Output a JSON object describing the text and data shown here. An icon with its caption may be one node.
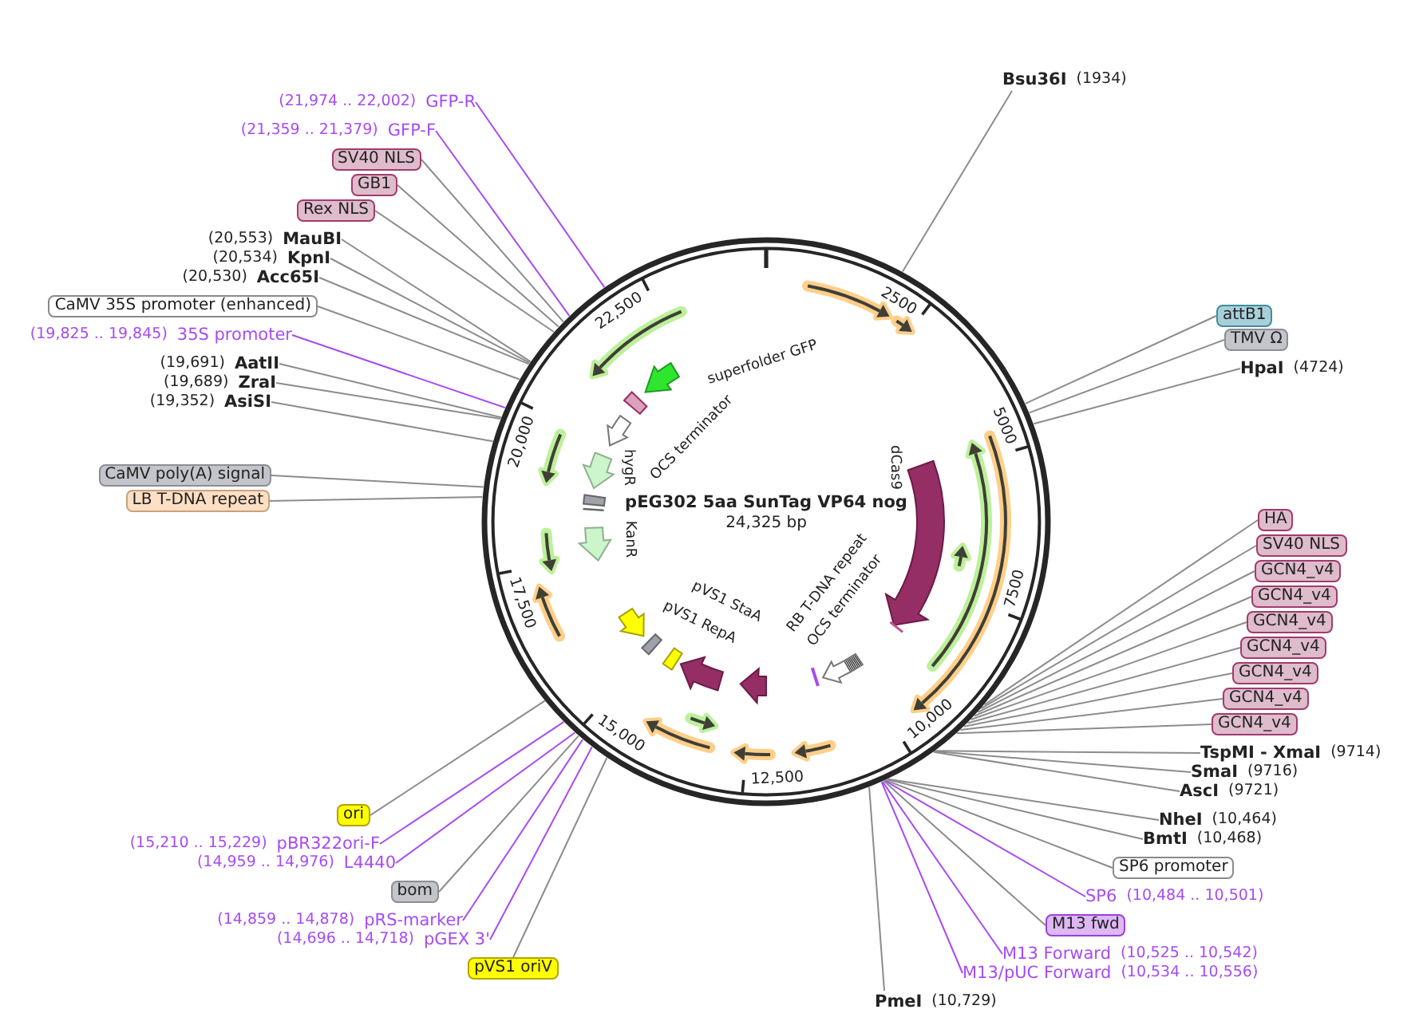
{
  "diagram": {
    "nodes": [
      {
        "text": [
          "pEG302 5aa SunTag VP64 nog",
          "24,325 bp"
        ]
      },
      {
        "text": [
          "GFP-R"
        ],
        "beside": [
          "(21,974 .. 22,002)"
        ]
      },
      {
        "text": [
          "GFP-F"
        ],
        "beside": [
          "(21,359 .. 21,379)"
        ]
      },
      {
        "text": [
          "SV40 NLS"
        ]
      },
      {
        "text": [
          "GB1"
        ]
      },
      {
        "text": [
          "Rex NLS"
        ]
      },
      {
        "text": [
          "MauBI"
        ],
        "beside": [
          "(20,553)"
        ]
      },
      {
        "text": [
          "KpnI"
        ],
        "beside": [
          "(20,534)"
        ]
      },
      {
        "text": [
          "Acc65I"
        ],
        "beside": [
          "(20,530)"
        ]
      },
      {
        "text": [
          "CaMV 35S promoter (enhanced)"
        ]
      },
      {
        "text": [
          "35S promoter"
        ],
        "beside": [
          "(19,825 .. 19,845)"
        ]
      },
      {
        "text": [
          "AatII"
        ],
        "beside": [
          "(19,691)"
        ]
      },
      {
        "text": [
          "ZraI"
        ],
        "beside": [
          "(19,689)"
        ]
      },
      {
        "text": [
          "AsiSI"
        ],
        "beside": [
          "(19,352)"
        ]
      },
      {
        "text": [
          "CaMV poly(A) signal"
        ]
      },
      {
        "text": [
          "LB T-DNA repeat"
        ]
      },
      {
        "text": [
          "ori"
        ]
      },
      {
        "text": [
          "pBR322ori-F"
        ],
        "beside": [
          "(15,210 .. 15,229)"
        ]
      },
      {
        "text": [
          "L4440"
        ],
        "beside": [
          "(14,959 .. 14,976)"
        ]
      },
      {
        "text": [
          "bom"
        ]
      },
      {
        "text": [
          "pRS-marker"
        ],
        "beside": [
          "(14,859 .. 14,878)"
        ]
      },
      {
        "text": [
          "pGEX 3'"
        ],
        "beside": [
          "(14,696 .. 14,718)"
        ]
      },
      {
        "text": [
          "pVS1 oriV"
        ]
      },
      {
        "text": [
          "Bsu36I"
        ],
        "beside": [
          "(1934)"
        ]
      },
      {
        "text": [
          "attB1"
        ]
      },
      {
        "text": [
          "TMV Ω"
        ]
      },
      {
        "text": [
          "HpaI"
        ],
        "beside": [
          "(4724)"
        ]
      },
      {
        "text": [
          "HA"
        ]
      },
      {
        "text": [
          "SV40 NLS"
        ]
      },
      {
        "text": [
          "GCN4_v4"
        ]
      },
      {
        "text": [
          "GCN4_v4"
        ]
      },
      {
        "text": [
          "GCN4_v4"
        ]
      },
      {
        "text": [
          "GCN4_v4"
        ]
      },
      {
        "text": [
          "GCN4_v4"
        ]
      },
      {
        "text": [
          "GCN4_v4"
        ]
      },
      {
        "text": [
          "GCN4_v4"
        ]
      },
      {
        "text": [
          "TspMI - XmaI"
        ],
        "beside": [
          "(9714)"
        ]
      },
      {
        "text": [
          "SmaI"
        ],
        "beside": [
          "(9716)"
        ]
      },
      {
        "text": [
          "AscI"
        ],
        "beside": [
          "(9721)"
        ]
      },
      {
        "text": [
          "NheI"
        ],
        "beside": [
          "(10,464)"
        ]
      },
      {
        "text": [
          "BmtI"
        ],
        "beside": [
          "(10,468)"
        ]
      },
      {
        "text": [
          "SP6 promoter"
        ]
      },
      {
        "text": [
          "SP6"
        ],
        "beside": [
          "(10,484 .. 10,501)"
        ]
      },
      {
        "text": [
          "M13 fwd"
        ]
      },
      {
        "text": [
          "M13 Forward"
        ],
        "beside": [
          "(10,525 .. 10,542)"
        ]
      },
      {
        "text": [
          "M13/pUC Forward"
        ],
        "beside": [
          "(10,534 .. 10,556)"
        ]
      },
      {
        "text": [
          "PmeI"
        ],
        "beside": [
          "(10,729)"
        ]
      }
    ],
    "edges": [
      {
        "from": 1,
        "to": 0,
        "arrow": "none",
        "color": "#a64bf4"
      },
      {
        "from": 2,
        "to": 0,
        "arrow": "none",
        "color": "#a64bf4"
      },
      {
        "from": 3,
        "to": 0,
        "arrow": "none"
      },
      {
        "from": 4,
        "to": 0,
        "arrow": "none"
      },
      {
        "from": 5,
        "to": 0,
        "arrow": "none"
      },
      {
        "from": 6,
        "to": 0,
        "arrow": "none"
      },
      {
        "from": 7,
        "to": 0,
        "arrow": "none"
      },
      {
        "from": 8,
        "to": 0,
        "arrow": "none"
      },
      {
        "from": 9,
        "to": 0,
        "arrow": "none"
      },
      {
        "from": 10,
        "to": 0,
        "arrow": "none",
        "color": "#a64bf4"
      },
      {
        "from": 11,
        "to": 0,
        "arrow": "none"
      },
      {
        "from": 12,
        "to": 0,
        "arrow": "none"
      },
      {
        "from": 13,
        "to": 0,
        "arrow": "none"
      },
      {
        "from": 14,
        "to": 0,
        "arrow": "none"
      },
      {
        "from": 15,
        "to": 0,
        "arrow": "none"
      },
      {
        "from": 16,
        "to": 0,
        "arrow": "none"
      },
      {
        "from": 17,
        "to": 0,
        "arrow": "none",
        "color": "#a64bf4"
      },
      {
        "from": 18,
        "to": 0,
        "arrow": "none",
        "color": "#a64bf4"
      },
      {
        "from": 19,
        "to": 0,
        "arrow": "none"
      },
      {
        "from": 20,
        "to": 0,
        "arrow": "none",
        "color": "#a64bf4"
      },
      {
        "from": 21,
        "to": 0,
        "arrow": "none",
        "color": "#a64bf4"
      },
      {
        "from": 22,
        "to": 0,
        "arrow": "none"
      },
      {
        "from": 23,
        "to": 0,
        "arrow": "none"
      },
      {
        "from": 24,
        "to": 0,
        "arrow": "none"
      },
      {
        "from": 25,
        "to": 0,
        "arrow": "none"
      },
      {
        "from": 26,
        "to": 0,
        "arrow": "none"
      },
      {
        "from": 27,
        "to": 0,
        "arrow": "none"
      },
      {
        "from": 28,
        "to": 0,
        "arrow": "none"
      },
      {
        "from": 29,
        "to": 0,
        "arrow": "none"
      },
      {
        "from": 30,
        "to": 0,
        "arrow": "none"
      },
      {
        "from": 31,
        "to": 0,
        "arrow": "none"
      },
      {
        "from": 32,
        "to": 0,
        "arrow": "none"
      },
      {
        "from": 33,
        "to": 0,
        "arrow": "none"
      },
      {
        "from": 34,
        "to": 0,
        "arrow": "none"
      },
      {
        "from": 35,
        "to": 0,
        "arrow": "none"
      },
      {
        "from": 36,
        "to": 0,
        "arrow": "none"
      },
      {
        "from": 37,
        "to": 0,
        "arrow": "none"
      },
      {
        "from": 38,
        "to": 0,
        "arrow": "none"
      },
      {
        "from": 39,
        "to": 0,
        "arrow": "none"
      },
      {
        "from": 40,
        "to": 0,
        "arrow": "none"
      },
      {
        "from": 41,
        "to": 0,
        "arrow": "none"
      },
      {
        "from": 42,
        "to": 0,
        "arrow": "none",
        "color": "#a64bf4"
      },
      {
        "from": 43,
        "to": 0,
        "arrow": "none"
      },
      {
        "from": 44,
        "to": 0,
        "arrow": "none",
        "color": "#a64bf4"
      },
      {
        "from": 45,
        "to": 0,
        "arrow": "none",
        "color": "#a64bf4"
      },
      {
        "from": 46,
        "to": 0,
        "arrow": "none"
      }
    ],
    "labels": [
      "2500",
      "5000",
      "7500",
      "10,000",
      "12,500",
      "15,000",
      "17,500",
      "20,000",
      "22,500",
      "superfolder GFP",
      "OCS terminator",
      "hygR",
      "KanR",
      "dCas9",
      "pVS1 StaA",
      "pVS1 RepA",
      "RB T-DNA repeat",
      "OCS terminator"
    ]
  }
}
